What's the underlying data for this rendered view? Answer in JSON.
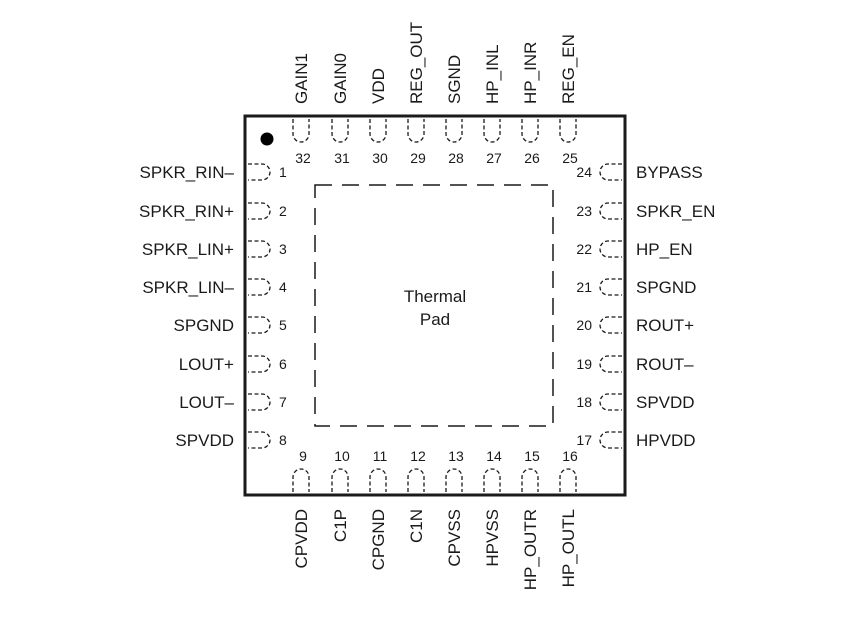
{
  "thermal_pad": {
    "line1": "Thermal",
    "line2": "Pad"
  },
  "pins": {
    "left": [
      {
        "num": "1",
        "name": "SPKR_RIN–"
      },
      {
        "num": "2",
        "name": "SPKR_RIN+"
      },
      {
        "num": "3",
        "name": "SPKR_LIN+"
      },
      {
        "num": "4",
        "name": "SPKR_LIN–"
      },
      {
        "num": "5",
        "name": "SPGND"
      },
      {
        "num": "6",
        "name": "LOUT+"
      },
      {
        "num": "7",
        "name": "LOUT–"
      },
      {
        "num": "8",
        "name": "SPVDD"
      }
    ],
    "bottom": [
      {
        "num": "9",
        "name": "CPVDD"
      },
      {
        "num": "10",
        "name": "C1P"
      },
      {
        "num": "11",
        "name": "CPGND"
      },
      {
        "num": "12",
        "name": "C1N"
      },
      {
        "num": "13",
        "name": "CPVSS"
      },
      {
        "num": "14",
        "name": "HPVSS"
      },
      {
        "num": "15",
        "name": "HP_OUTR"
      },
      {
        "num": "16",
        "name": "HP_OUTL"
      }
    ],
    "right": [
      {
        "num": "24",
        "name": "BYPASS"
      },
      {
        "num": "23",
        "name": "SPKR_EN"
      },
      {
        "num": "22",
        "name": "HP_EN"
      },
      {
        "num": "21",
        "name": "SPGND"
      },
      {
        "num": "20",
        "name": "ROUT+"
      },
      {
        "num": "19",
        "name": "ROUT–"
      },
      {
        "num": "18",
        "name": "SPVDD"
      },
      {
        "num": "17",
        "name": "HPVDD"
      }
    ],
    "top": [
      {
        "num": "32",
        "name": "GAIN1"
      },
      {
        "num": "31",
        "name": "GAIN0"
      },
      {
        "num": "30",
        "name": "VDD"
      },
      {
        "num": "29",
        "name": "REG_OUT"
      },
      {
        "num": "28",
        "name": "SGND"
      },
      {
        "num": "27",
        "name": "HP_INL"
      },
      {
        "num": "26",
        "name": "HP_INR"
      },
      {
        "num": "25",
        "name": "REG_EN"
      }
    ]
  }
}
